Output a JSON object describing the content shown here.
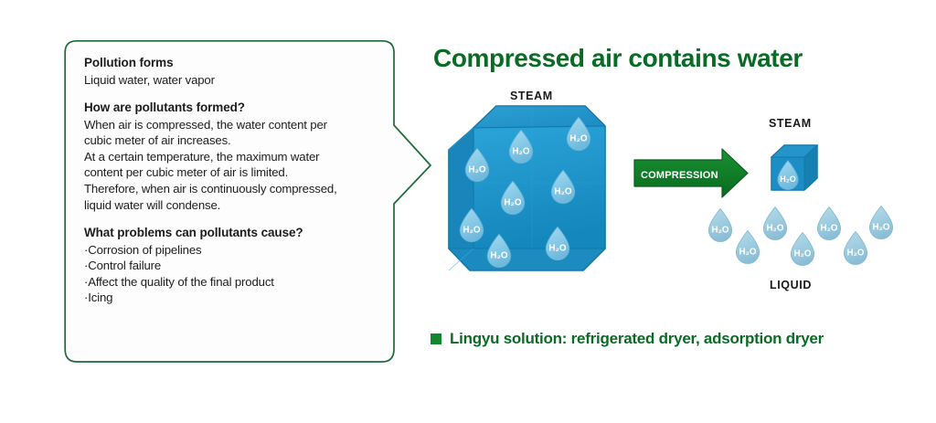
{
  "theme": {
    "green_dark": "#0a6b25",
    "green_outline": "#1b6b3a",
    "green_arrow": "#12862f",
    "green_arrow_dark": "#0a5c1e",
    "cube_face_front": "#1a9ad4",
    "cube_face_side": "#1787c0",
    "cube_face_top": "#1f8fc6",
    "cube_edge": "#0d6f9e",
    "drop_inner": "#85c8e6",
    "drop_liquid": "#9fd0e2",
    "text_dark": "#1c1c1c"
  },
  "callout": {
    "sections": [
      {
        "heading": "Pollution forms",
        "lines": [
          "Liquid water, water vapor"
        ]
      },
      {
        "heading": "How are pollutants formed?",
        "lines": [
          "When air is compressed, the water content per",
          "cubic meter of air increases.",
          "At a certain temperature, the maximum water",
          "content per cubic meter of air is limited.",
          "Therefore, when air is continuously compressed,",
          "liquid water will condense."
        ]
      },
      {
        "heading": "What problems can pollutants cause?",
        "lines": [
          "·Corrosion of pipelines",
          "·Control failure",
          "·Affect the quality of the final product",
          "·Icing"
        ]
      }
    ]
  },
  "headline": "Compressed air contains water",
  "diagram": {
    "label_steam_big": "STEAM",
    "label_steam_small": "STEAM",
    "label_liquid": "LIQUID",
    "arrow_label": "COMPRESSION",
    "droplet_text": "H₂O",
    "big_cube_droplet_count": 8,
    "small_cube_droplet_count": 1,
    "liquid_droplet_count": 7
  },
  "solution": {
    "bullet": "green-square",
    "text": "Lingyu solution: refrigerated dryer, adsorption dryer"
  }
}
